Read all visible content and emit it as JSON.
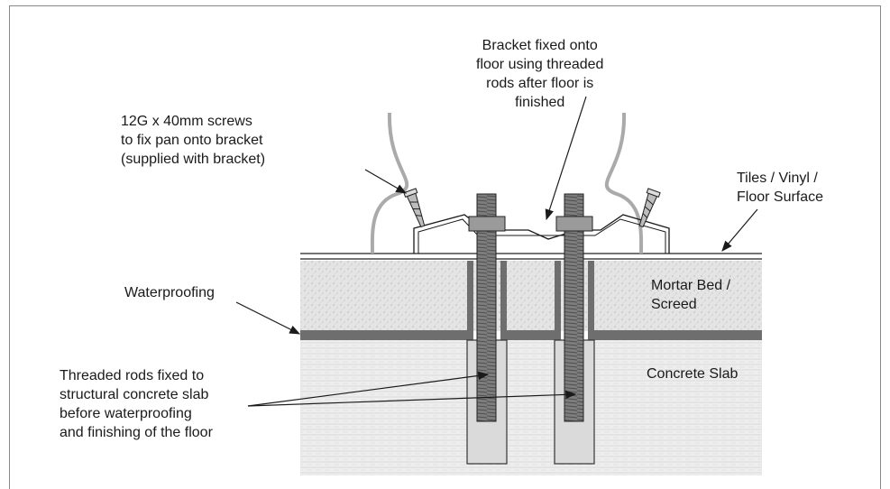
{
  "labels": {
    "bracket_top": "Bracket fixed onto\nfloor using threaded\nrods after floor is\nfinished",
    "screws": "12G x 40mm screws\nto fix pan onto bracket\n(supplied with bracket)",
    "tiles": "Tiles / Vinyl /\nFloor Surface",
    "waterproofing": "Waterproofing",
    "mortar": "Mortar Bed /\nScreed",
    "concrete": "Concrete Slab",
    "rods": "Threaded rods fixed to\nstructural concrete slab\nbefore waterproofing\nand finishing of the floor"
  },
  "colors": {
    "waterproofing": "#6e6e6e",
    "rod": "#7a7a7a",
    "pan": "#aaaaaa",
    "mortar": "#dcdcdc",
    "concrete": "#e9e9e9"
  }
}
